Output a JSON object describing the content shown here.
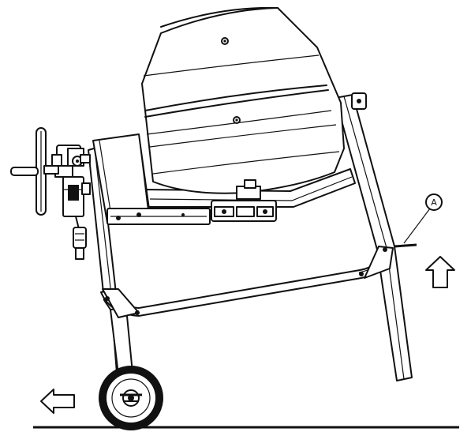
{
  "diagram": {
    "callout_label": "A",
    "arrows": {
      "left": "arrow-left",
      "up": "arrow-up"
    },
    "colors": {
      "line": "#111111",
      "background": "#ffffff"
    }
  }
}
